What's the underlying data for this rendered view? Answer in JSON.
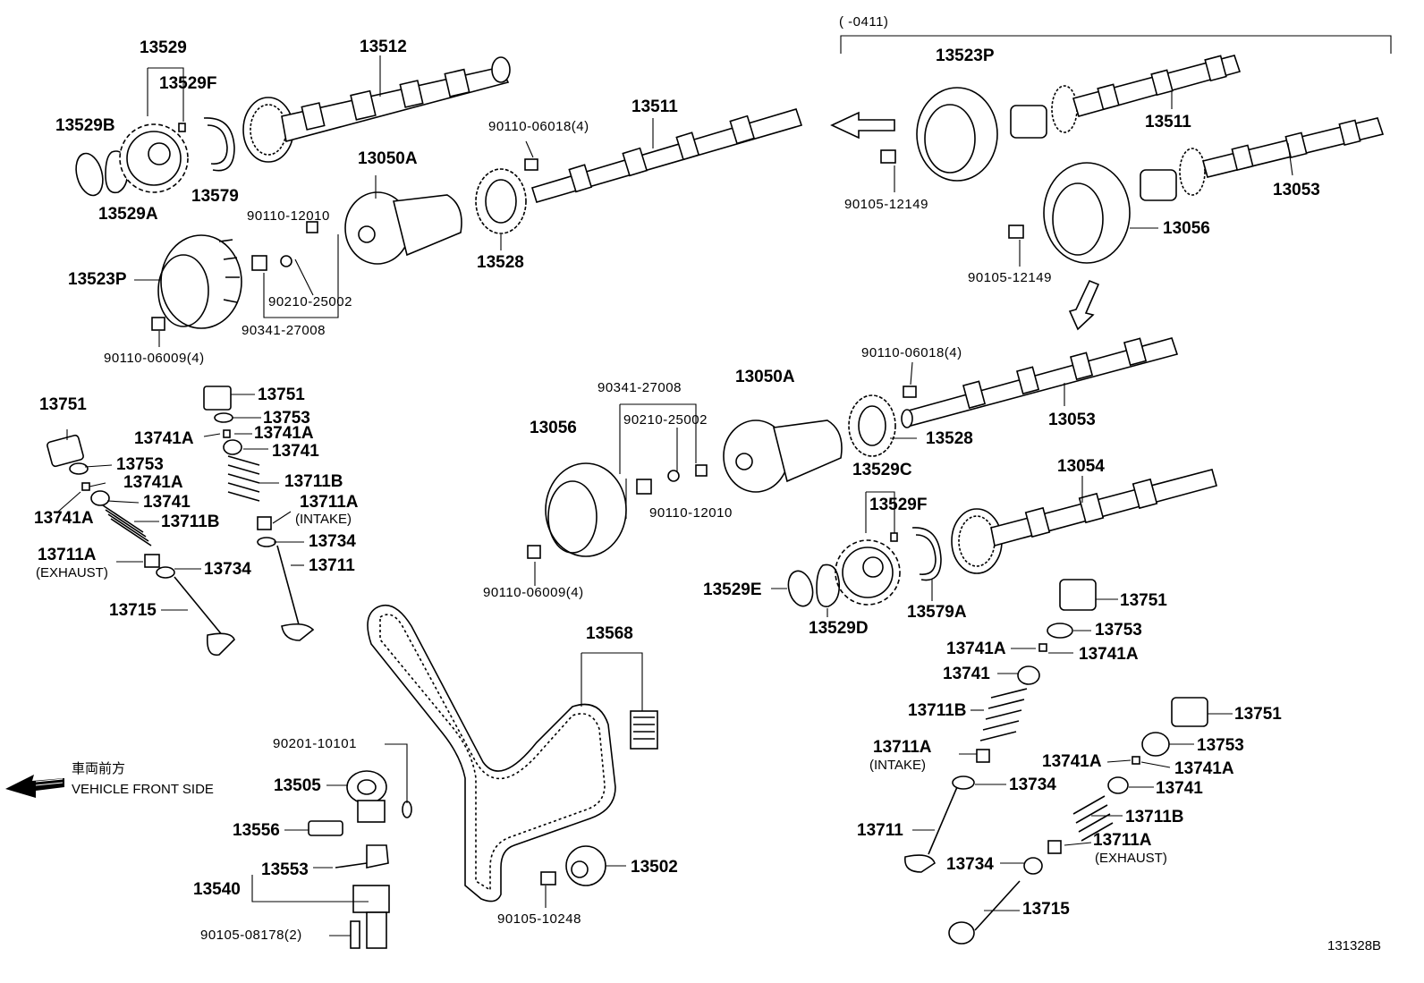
{
  "diagram": {
    "header_bracket": "(        -0411)",
    "figure_code": "131328B",
    "front_note": {
      "cjk": "車両前方",
      "en": "VEHICLE FRONT SIDE"
    },
    "labels": {
      "p13529": "13529",
      "p13529F_a": "13529F",
      "p13529B": "13529B",
      "p13529A": "13529A",
      "p13579": "13579",
      "p13512": "13512",
      "p13511_a": "13511",
      "p90110_06018_a": "90110-06018(4)",
      "p13050A_a": "13050A",
      "p90110_12010_a": "90110-12010",
      "p13528_a": "13528",
      "p13523P_a": "13523P",
      "p90210_25002_a": "90210-25002",
      "p90341_27008_a": "90341-27008",
      "p90110_06009_a": "90110-06009(4)",
      "p13523P_b": "13523P",
      "p13511_b": "13511",
      "p90105_12149_a": "90105-12149",
      "p13053_a": "13053",
      "p13056_a": "13056",
      "p90105_12149_b": "90105-12149",
      "p90110_06018_b": "90110-06018(4)",
      "p13053_b": "13053",
      "p90341_27008_b": "90341-27008",
      "p13050A_b": "13050A",
      "p90210_25002_b": "90210-25002",
      "p13056_b": "13056",
      "p13528_b": "13528",
      "p90110_12010_b": "90110-12010",
      "p13529C": "13529C",
      "p13054": "13054",
      "p13529F_b": "13529F",
      "p90110_06009_b": "90110-06009(4)",
      "p13529E": "13529E",
      "p13529D": "13529D",
      "p13579A": "13579A",
      "l13751_a": "13751",
      "l13751_b": "13751",
      "l13753_a": "13753",
      "l13741A_a": "13741A",
      "l13741A_b": "13741A",
      "l13741_a": "13741",
      "l13753_b": "13753",
      "l13741A_c": "13741A",
      "l13711B_a": "13711B",
      "l13741_b": "13741",
      "l13741A_d": "13741A",
      "l13711A_a": "13711A",
      "l_intake_a": "(INTAKE)",
      "l13711B_b": "13711B",
      "l13734_a": "13734",
      "l13711A_b": "13711A",
      "l_exhaust_a": "(EXHAUST)",
      "l13711_a": "13711",
      "l13734_b": "13734",
      "l13715_a": "13715",
      "b13568": "13568",
      "b90201_10101": "90201-10101",
      "b13505": "13505",
      "b13556": "13556",
      "b13553": "13553",
      "b13540": "13540",
      "b90105_08178": "90105-08178(2)",
      "b13502": "13502",
      "b90105_10248": "90105-10248",
      "r13751_a": "13751",
      "r13753_a": "13753",
      "r13741A_a": "13741A",
      "r13741A_b": "13741A",
      "r13741_a": "13741",
      "r13711B_a": "13711B",
      "r13751_b": "13751",
      "r13711A_a": "13711A",
      "r_intake": "(INTAKE)",
      "r13753_b": "13753",
      "r13741A_c": "13741A",
      "r13741A_d": "13741A",
      "r13734_a": "13734",
      "r13741_b": "13741",
      "r13711": "13711",
      "r13711B_b": "13711B",
      "r13711A_b": "13711A",
      "r13734_b": "13734",
      "r_exhaust": "(EXHAUST)",
      "r13715": "13715"
    }
  }
}
